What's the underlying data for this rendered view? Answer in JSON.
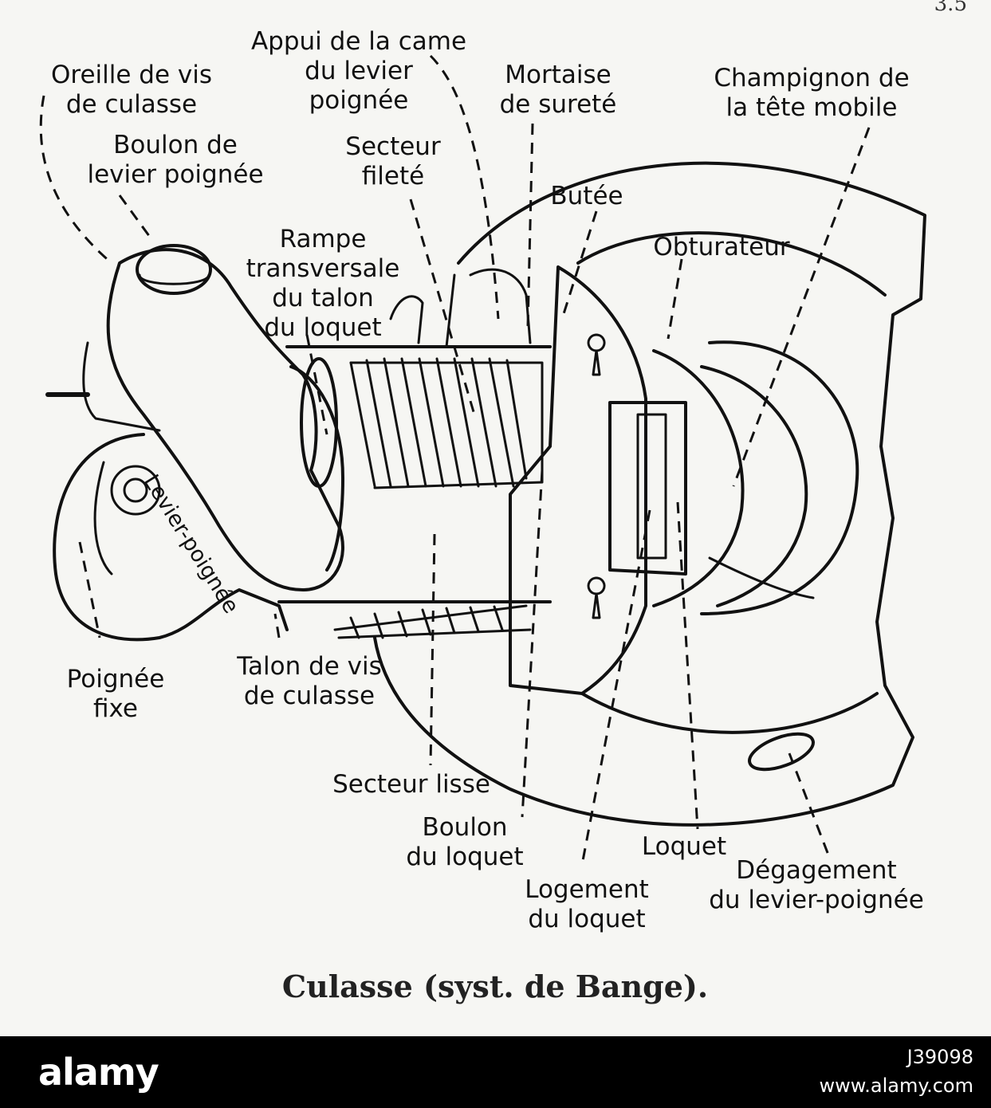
{
  "figure": {
    "caption": "Culasse (syst. de Bange).",
    "corner_mark": "3.5",
    "rotated_label": "Levier-poignée",
    "labels": [
      {
        "id": "oreille",
        "lines": [
          "Oreille de vis",
          "de culasse"
        ]
      },
      {
        "id": "boulon-levier",
        "lines": [
          "Boulon de",
          "levier poignée"
        ]
      },
      {
        "id": "appui",
        "lines": [
          "Appui de la came",
          "du levier",
          "poignée"
        ]
      },
      {
        "id": "mortaise",
        "lines": [
          "Mortaise",
          "de sureté"
        ]
      },
      {
        "id": "champignon",
        "lines": [
          "Champignon de",
          "la tête mobile"
        ]
      },
      {
        "id": "secteur-filete",
        "lines": [
          "Secteur",
          "fileté"
        ]
      },
      {
        "id": "butee",
        "lines": [
          "Butée"
        ]
      },
      {
        "id": "obturateur",
        "lines": [
          "Obturateur"
        ]
      },
      {
        "id": "rampe",
        "lines": [
          "Rampe",
          "transversale",
          "du talon",
          "du loquet"
        ]
      },
      {
        "id": "poignee-fixe",
        "lines": [
          "Poignée",
          "fixe"
        ]
      },
      {
        "id": "talon",
        "lines": [
          "Talon de vis",
          "de culasse"
        ]
      },
      {
        "id": "secteur-lisse",
        "lines": [
          "Secteur lisse"
        ]
      },
      {
        "id": "boulon-loquet",
        "lines": [
          "Boulon",
          "du loquet"
        ]
      },
      {
        "id": "loquet",
        "lines": [
          "Loquet"
        ]
      },
      {
        "id": "logement",
        "lines": [
          "Logement",
          "du loquet"
        ]
      },
      {
        "id": "degagement",
        "lines": [
          "Dégagement",
          "du levier-poignée"
        ]
      }
    ]
  },
  "watermark": {
    "logo": "alamy",
    "image_id": "J39098",
    "site": "www.alamy.com"
  }
}
